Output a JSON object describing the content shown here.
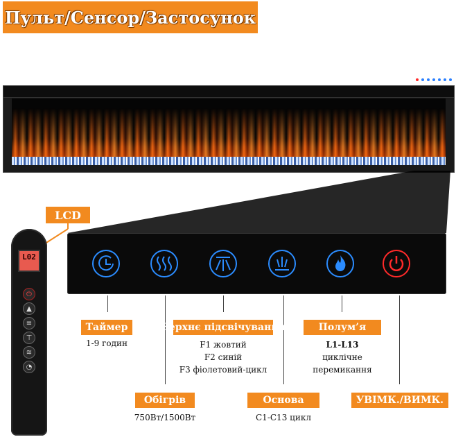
{
  "header": {
    "title": "Пульт/Сенсор/Застосунок"
  },
  "lcd_label": "LCD",
  "remote": {
    "display": "L02"
  },
  "features": {
    "timer": {
      "label": "Таймер",
      "desc": [
        "1-9 годин"
      ]
    },
    "heat": {
      "label": "Обігрів",
      "desc": [
        "750Вт/1500Вт"
      ]
    },
    "top_light": {
      "label": "Верхнє підсвічування",
      "desc": [
        "F1 жовтий",
        "F2 синій",
        "F3 фіолетовий-цикл"
      ]
    },
    "base": {
      "label": "Основа",
      "desc": [
        "C1-C13 цикл"
      ]
    },
    "flame": {
      "label": "Полум’я",
      "desc": [
        "L1-L13",
        "циклічне",
        "перемикання"
      ]
    },
    "power": {
      "label": "УВІМК./ВИМК.",
      "desc": []
    }
  },
  "colors": {
    "accent": "#f28a1f",
    "icon_blue": "#2b8cff",
    "icon_red": "#ff2a2a",
    "panel": "#0a0a0a"
  },
  "icons": [
    "timer-icon",
    "heat-waves-icon",
    "top-light-icon",
    "base-light-icon",
    "flame-icon",
    "power-icon"
  ]
}
